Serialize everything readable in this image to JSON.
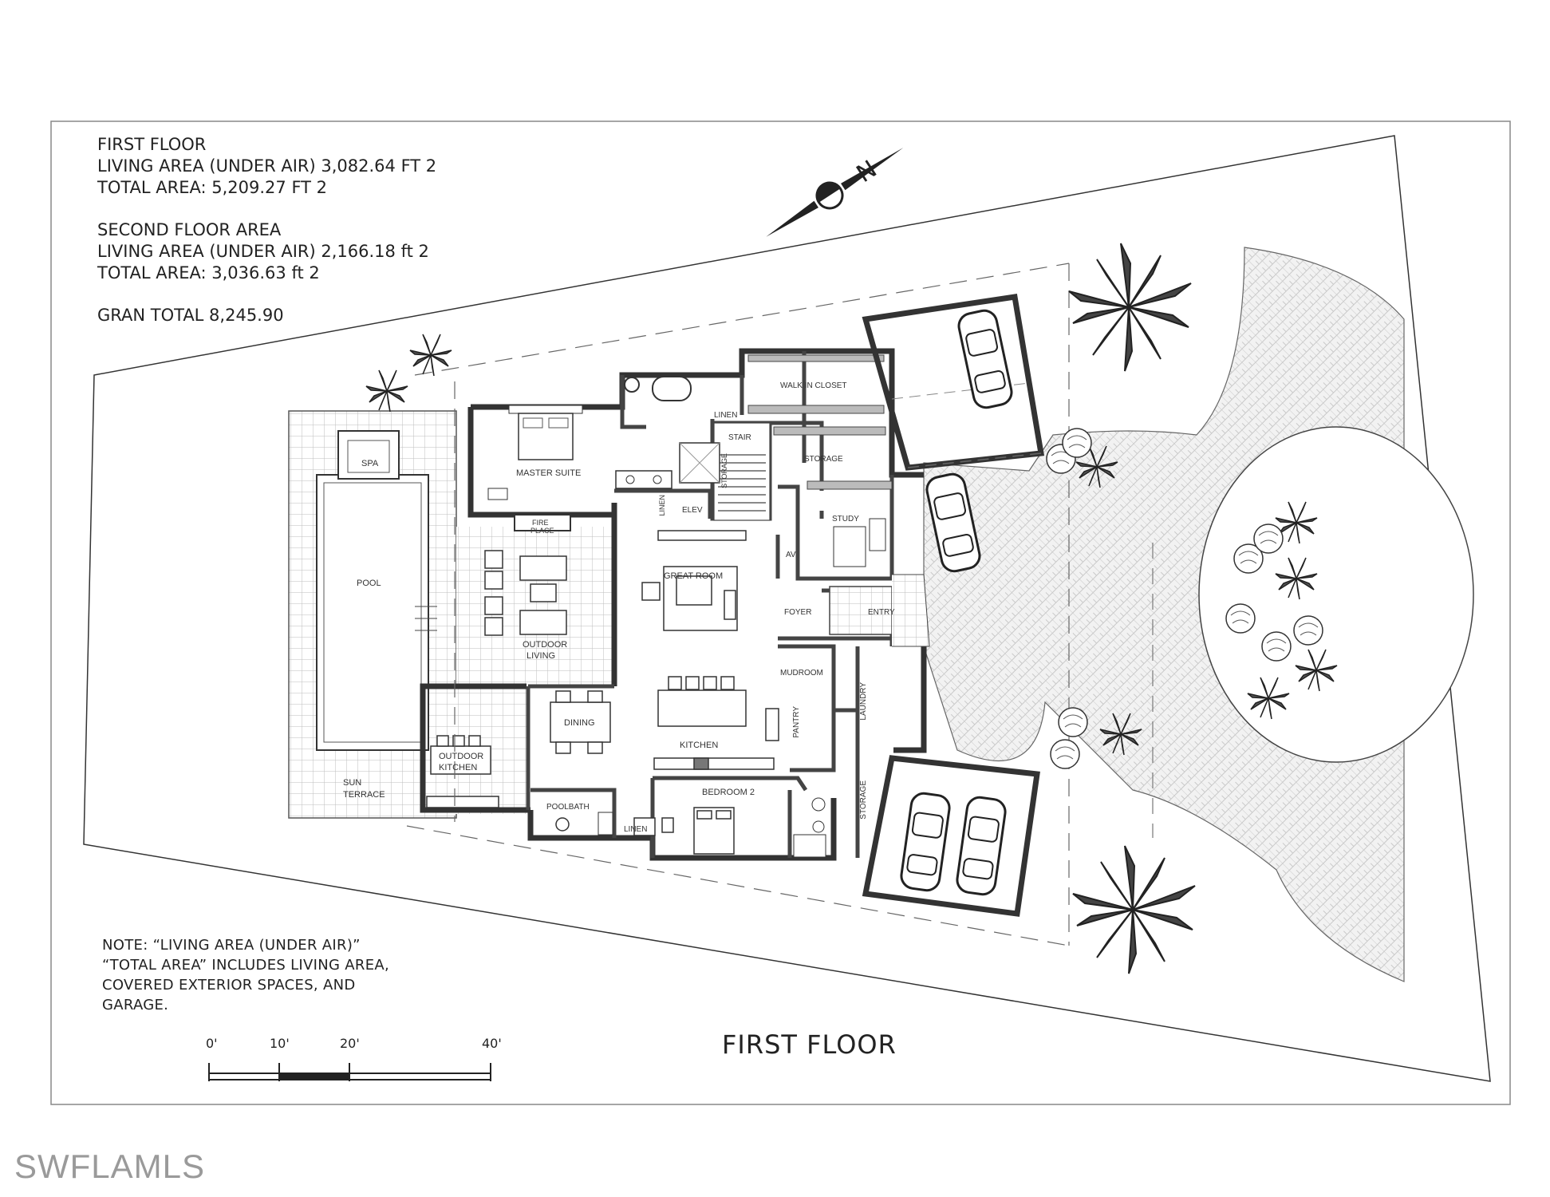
{
  "area_summary": {
    "first_floor_heading": "FIRST FLOOR",
    "first_living": "LIVING AREA (UNDER AIR) 3,082.64 FT 2",
    "first_total": "TOTAL AREA:  5,209.27 FT 2",
    "second_floor_heading": "SECOND FLOOR AREA",
    "second_living": "LIVING AREA (UNDER AIR) 2,166.18 ft 2",
    "second_total": "TOTAL AREA:  3,036.63 ft 2",
    "grand_total": "GRAN TOTAL 8,245.90"
  },
  "note": {
    "line1": "NOTE: “LIVING AREA (UNDER AIR)”",
    "line2": "“TOTAL AREA” INCLUDES LIVING AREA,",
    "line3": "COVERED EXTERIOR SPACES, AND",
    "line4": "GARAGE."
  },
  "plan_title": "FIRST FLOOR",
  "scale_bar": {
    "labels": [
      "0'",
      "10'",
      "20'",
      "40'"
    ]
  },
  "north_label": "N",
  "rooms": {
    "spa": "SPA",
    "pool": "POOL",
    "sun_terrace_1": "SUN",
    "sun_terrace_2": "TERRACE",
    "master_suite": "MASTER SUITE",
    "fireplace_1": "FIRE",
    "fireplace_2": "PLACE",
    "outdoor_living_1": "OUTDOOR",
    "outdoor_living_2": "LIVING",
    "outdoor_kitchen_1": "OUTDOOR",
    "outdoor_kitchen_2": "KITCHEN",
    "dining": "DINING",
    "great_room": "GREAT ROOM",
    "kitchen": "KITCHEN",
    "pool_bath": "POOLBATH",
    "linen_1": "LINEN",
    "linen_2": "LINEN",
    "linen_3": "LINEN",
    "bedroom_2": "BEDROOM 2",
    "walk_in_closet": "WALK IN CLOSET",
    "stair": "STAIR",
    "storage_1": "STORAGE",
    "storage_2": "STORAGE",
    "storage_3": "STORAGE",
    "elev": "ELEV",
    "study": "STUDY",
    "av": "AV",
    "foyer": "FOYER",
    "entry": "ENTRY",
    "mudroom": "MUDROOM",
    "pantry": "PANTRY",
    "laundry": "LAUNDRY"
  },
  "watermark": "SWFLAMLS",
  "colors": {
    "line": "#3a3a3a",
    "wall": "#444444",
    "paving": "#d8d8d8",
    "background": "#ffffff",
    "watermark": "#9a9a9a"
  }
}
